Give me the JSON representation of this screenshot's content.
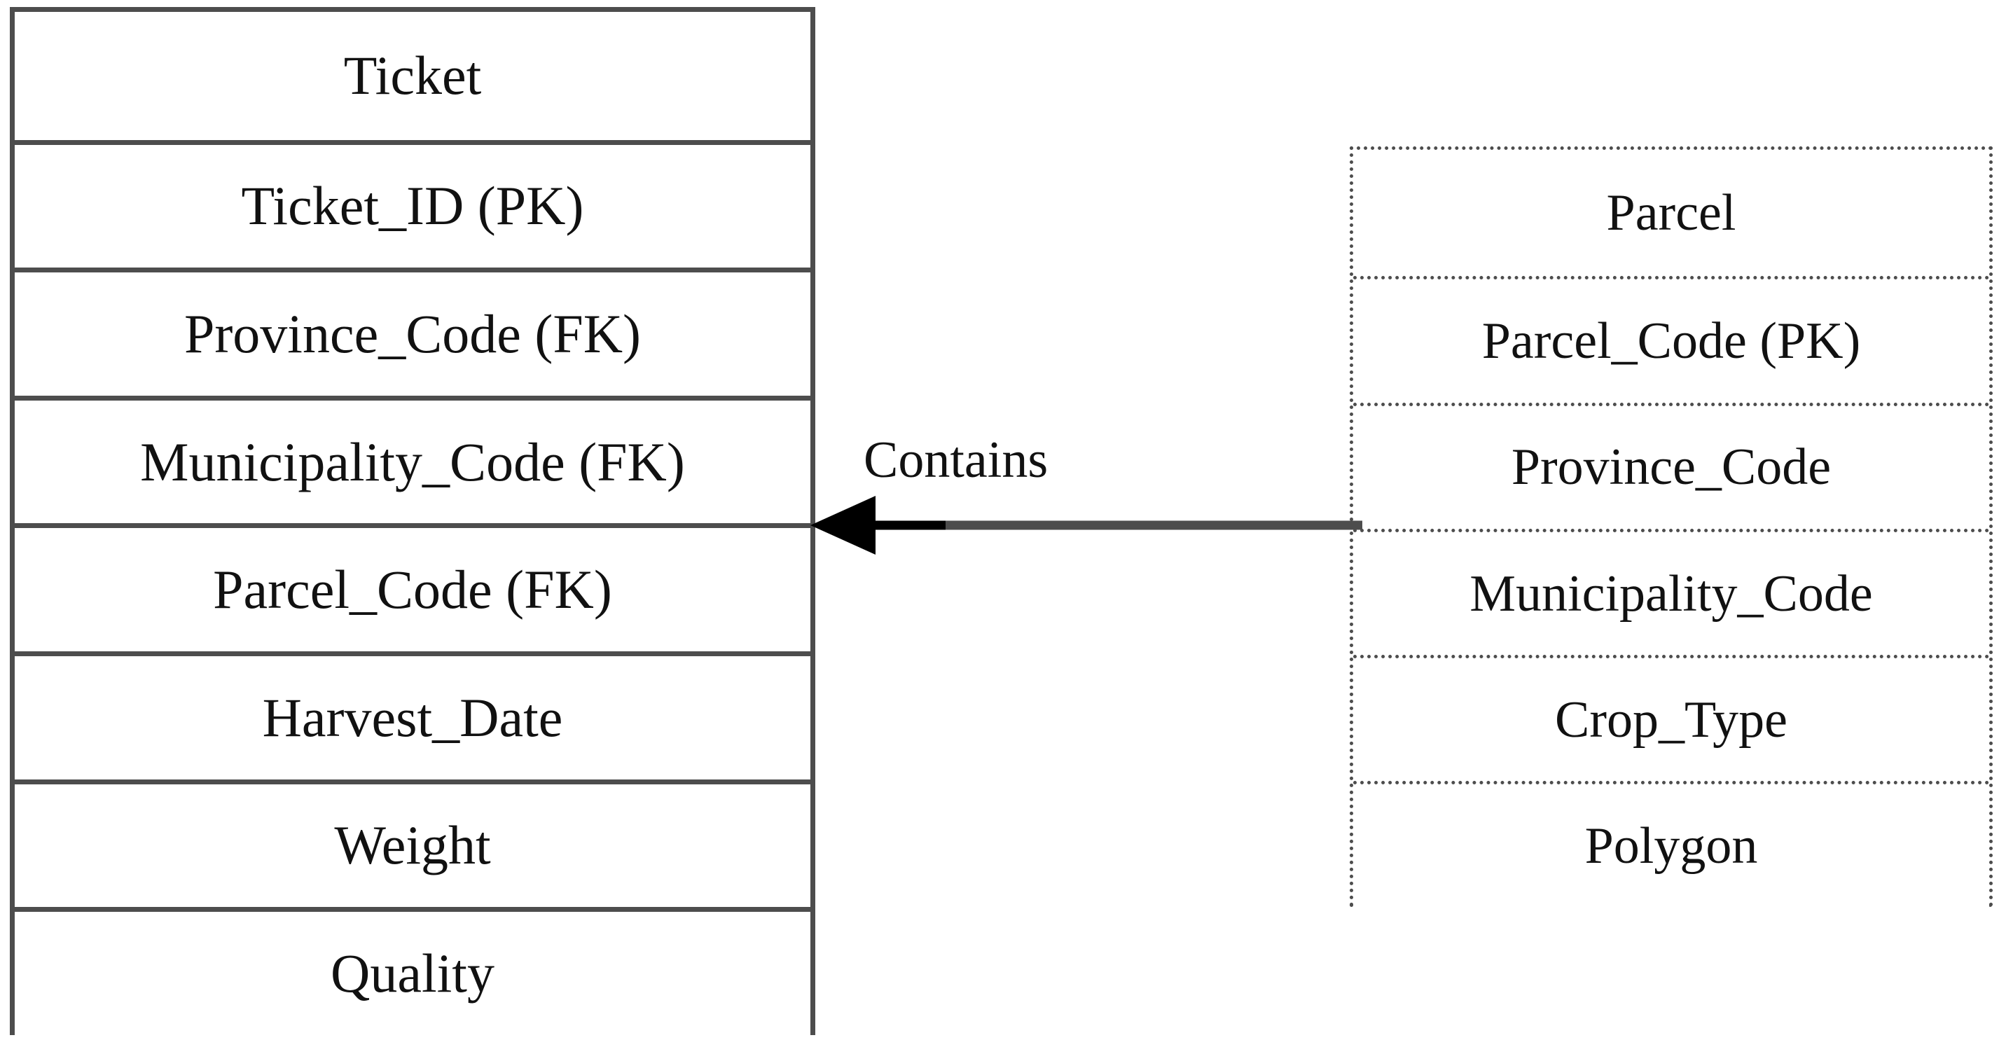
{
  "diagram": {
    "type": "entity-relationship-diagram",
    "background_color": "#ffffff",
    "line_color": "#4d4d4d",
    "text_color": "#111111",
    "entities": [
      {
        "name": "Ticket",
        "border_style": "solid",
        "attributes": [
          "Ticket_ID (PK)",
          "Province_Code (FK)",
          "Municipality_Code (FK)",
          "Parcel_Code (FK)",
          "Harvest_Date",
          "Weight",
          "Quality"
        ]
      },
      {
        "name": "Parcel",
        "border_style": "dotted",
        "attributes": [
          "Parcel_Code (PK)",
          "Province_Code",
          "Municipality_Code",
          "Crop_Type",
          "Polygon"
        ]
      }
    ],
    "relationships": [
      {
        "label": "Contains",
        "from": "Parcel",
        "to": "Ticket",
        "arrow_direction": "left",
        "arrow_style": "solid-filled-triangle"
      }
    ]
  }
}
